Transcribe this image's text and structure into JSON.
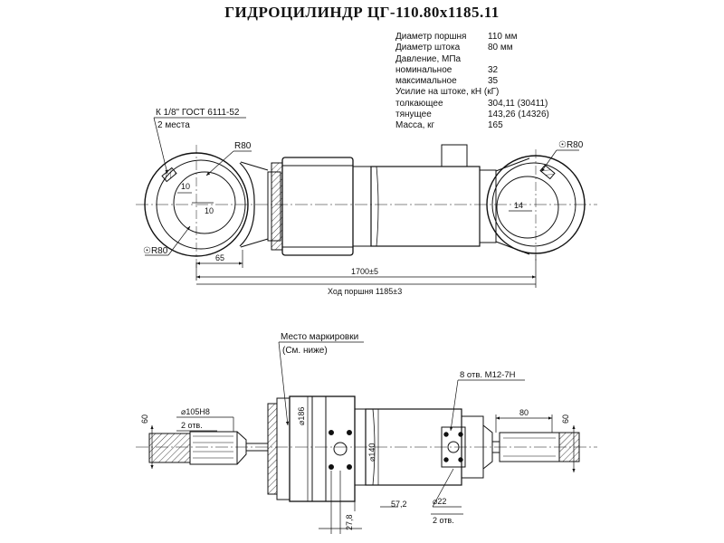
{
  "title": "ГИДРОЦИЛИНДР ЦГ-110.80х1185.11",
  "specs": [
    {
      "label": "Диаметр поршня",
      "value": "110 мм"
    },
    {
      "label": "Диаметр штока",
      "value": "80 мм"
    },
    {
      "label": "Давление, МПа",
      "value": ""
    },
    {
      "label": "номинальное",
      "value": "32"
    },
    {
      "label": "максимальное",
      "value": "35"
    },
    {
      "label": "Усилие на штоке, кН (кГ)",
      "value": ""
    },
    {
      "label": "толкающее",
      "value": "304,11 (30411)"
    },
    {
      "label": "тянущее",
      "value": "143,26 (14326)"
    },
    {
      "label": "Масса, кг",
      "value": "165"
    }
  ],
  "top_view": {
    "port_note": "К 1/8\" ГОСТ 6111-52",
    "port_count": "2 места",
    "r80_top": "R80",
    "r80_right": "☉R80",
    "r80_bottom": "☉R80",
    "dim_10a": "10",
    "dim_10b": "10",
    "dim_14": "14",
    "dim_65": "65",
    "dim_length": "1700±5",
    "dim_stroke": "Ход поршня 1185±3"
  },
  "bottom_view": {
    "marking_place": "Место маркировки",
    "marking_ref": "(См. ниже)",
    "dim_105": "⌀105Н8",
    "dim_2otv_left": "2 отв.",
    "dim_60_left": "60",
    "dim_186": "⌀186",
    "dim_140": "⌀140",
    "thread": "8 отв. М12-7Н",
    "dim_80": "80",
    "dim_60_right": "60",
    "dim_572": "57,2",
    "dim_22": "⌀22",
    "dim_2otv_bottom": "2 отв.",
    "dim_278": "27,8"
  },
  "colors": {
    "line": "#111111",
    "background": "#ffffff"
  }
}
